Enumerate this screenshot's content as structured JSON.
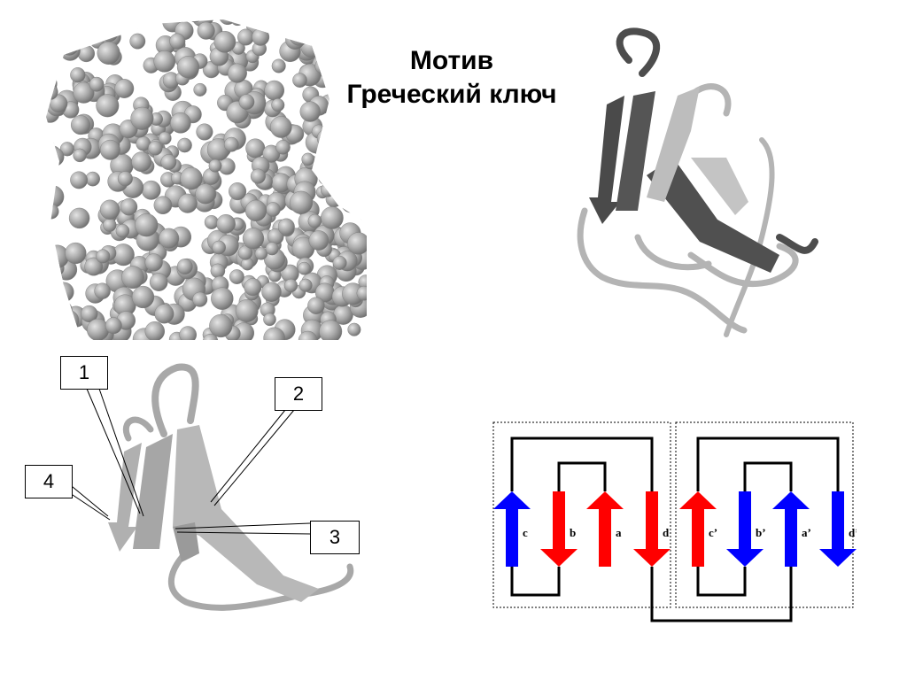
{
  "title": {
    "line1": "Мотив",
    "line2": "Греческий ключ"
  },
  "callouts": [
    {
      "id": "1",
      "label": "1"
    },
    {
      "id": "2",
      "label": "2"
    },
    {
      "id": "3",
      "label": "3"
    },
    {
      "id": "4",
      "label": "4"
    }
  ],
  "topology": {
    "strands": [
      {
        "label": "c",
        "direction": "up",
        "color": "#0000ff"
      },
      {
        "label": "b",
        "direction": "down",
        "color": "#ff0000"
      },
      {
        "label": "a",
        "direction": "up",
        "color": "#ff0000"
      },
      {
        "label": "d",
        "direction": "down",
        "color": "#ff0000"
      },
      {
        "label": "c’",
        "direction": "up",
        "color": "#ff0000"
      },
      {
        "label": "b’",
        "direction": "down",
        "color": "#0000ff"
      },
      {
        "label": "a’",
        "direction": "up",
        "color": "#0000ff"
      },
      {
        "label": "d’",
        "direction": "down",
        "color": "#0000ff"
      }
    ]
  },
  "colors": {
    "red_strand": "#ff0000",
    "blue_strand": "#0000ff",
    "protein_gray": "#a0a0a0",
    "ribbon_dark": "#555555"
  }
}
